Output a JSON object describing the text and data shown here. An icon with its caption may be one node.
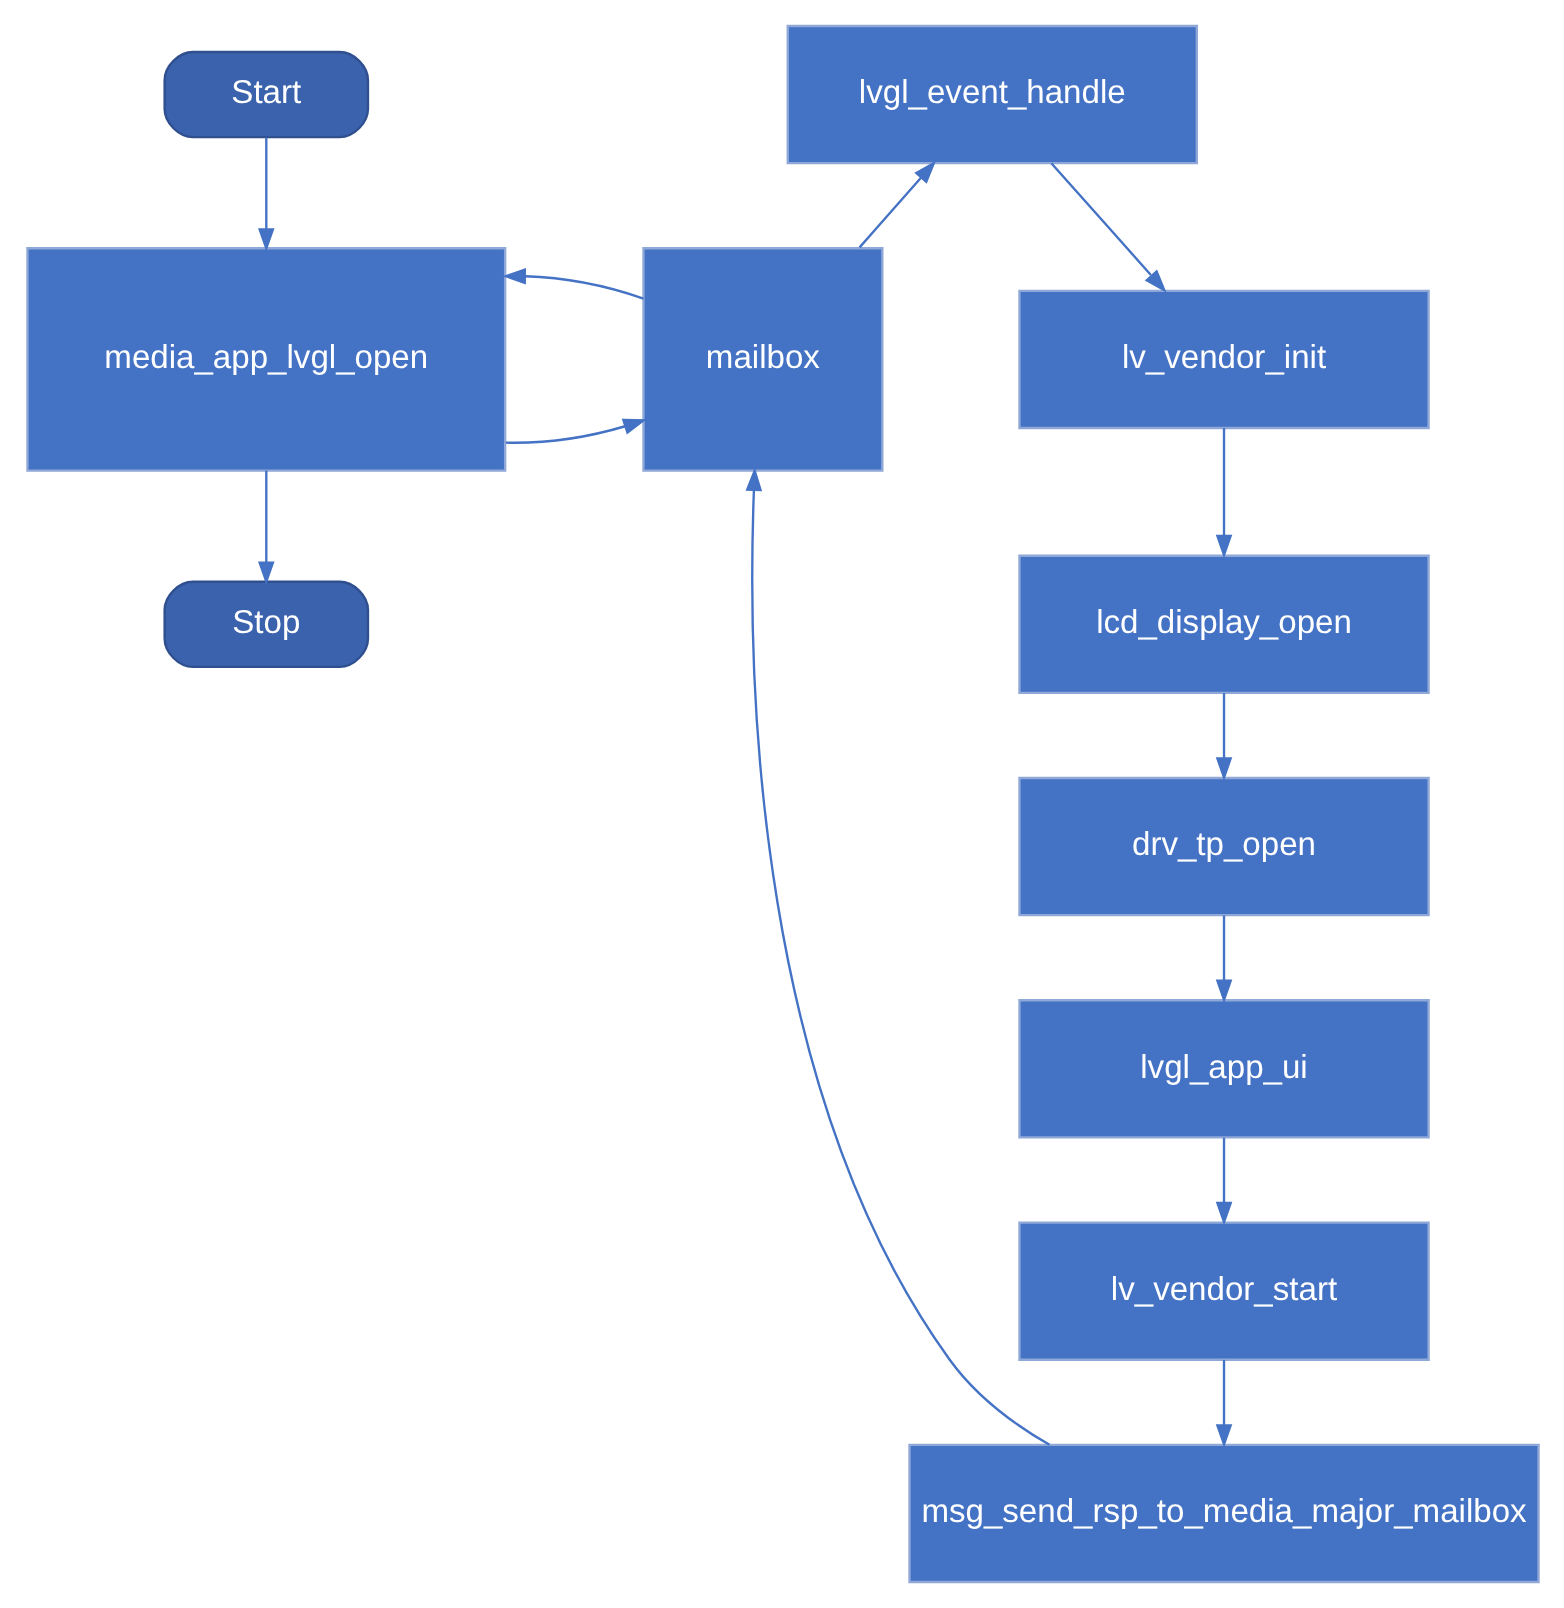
{
  "diagram": {
    "nodes": [
      {
        "text": [
          "Start"
        ]
      },
      {
        "text": [
          "media_app_lvgl_open"
        ]
      },
      {
        "text": [
          "Stop"
        ]
      },
      {
        "text": [
          "mailbox"
        ]
      },
      {
        "text": [
          "lvgl_event_handle"
        ]
      },
      {
        "text": [
          "lv_vendor_init"
        ]
      },
      {
        "text": [
          "lcd_display_open"
        ]
      },
      {
        "text": [
          "drv_tp_open"
        ]
      },
      {
        "text": [
          "lvgl_app_ui"
        ]
      },
      {
        "text": [
          "lv_vendor_start"
        ]
      },
      {
        "text": [
          "msg_send_rsp_to_media_major_mailbox"
        ]
      }
    ],
    "edges": [
      {
        "from": 0,
        "to": 1,
        "arrow": "to"
      },
      {
        "from": 1,
        "to": 3,
        "arrow": "to"
      },
      {
        "from": 3,
        "to": 1,
        "arrow": "to"
      },
      {
        "from": 1,
        "to": 2,
        "arrow": "to"
      },
      {
        "from": 3,
        "to": 4,
        "arrow": "to"
      },
      {
        "from": 4,
        "to": 5,
        "arrow": "to"
      },
      {
        "from": 5,
        "to": 6,
        "arrow": "to"
      },
      {
        "from": 6,
        "to": 7,
        "arrow": "to"
      },
      {
        "from": 7,
        "to": 8,
        "arrow": "to"
      },
      {
        "from": 8,
        "to": 9,
        "arrow": "to"
      },
      {
        "from": 9,
        "to": 10,
        "arrow": "to"
      },
      {
        "from": 10,
        "to": 3,
        "arrow": "to"
      }
    ]
  }
}
